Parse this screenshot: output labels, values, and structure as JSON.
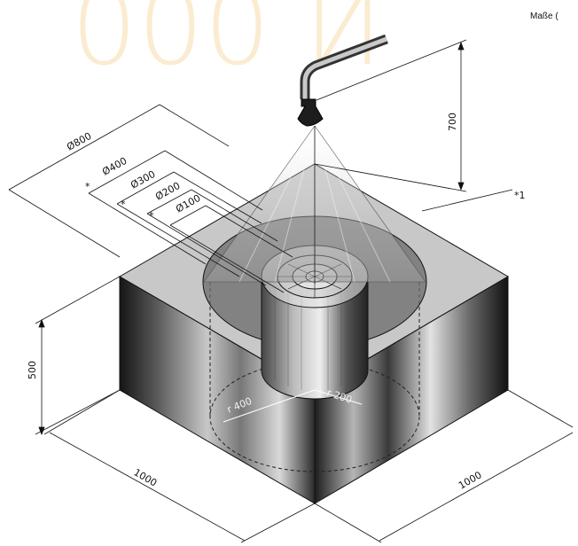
{
  "header": {
    "note": "Maße ("
  },
  "watermark": {
    "text": "000 И"
  },
  "diameters": [
    "Ø800",
    "Ø400",
    "Ø300",
    "Ø200",
    "Ø100"
  ],
  "markers": {
    "star": "*",
    "one": "*1"
  },
  "dimensions": {
    "height_nozzle": "700",
    "height_box": "500",
    "width_left": "1000",
    "width_right": "1000",
    "radius_outer": "r 400",
    "radius_inner": "r 200"
  },
  "colors": {
    "line": "#1a1a1a",
    "watermark": "#f4c77a"
  }
}
